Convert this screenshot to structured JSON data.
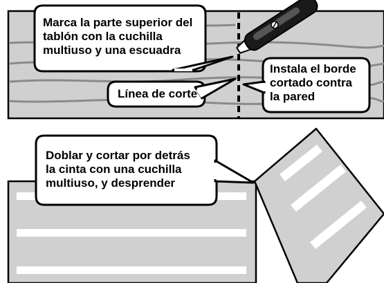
{
  "top_panel": {
    "callout_mark": "Marca la parte superior del\ntablón con la cuchilla\nmultiuso y una escuadra",
    "callout_install": "Instala el borde\ncortado contra\nla pared",
    "callout_cut_line": "Línea de corte"
  },
  "bottom_panel": {
    "callout_fold": "Doblar y cortar por detrás\nla cinta con una cuchilla\nmultiuso, y desprender"
  },
  "colors": {
    "plank_fill": "#d0d0d0",
    "stripe": "#ffffff",
    "grain": "#8a8a8a",
    "outline": "#000000",
    "tool_body": "#1a1a1a"
  },
  "icons": {
    "tool": "utility-knife-icon"
  }
}
